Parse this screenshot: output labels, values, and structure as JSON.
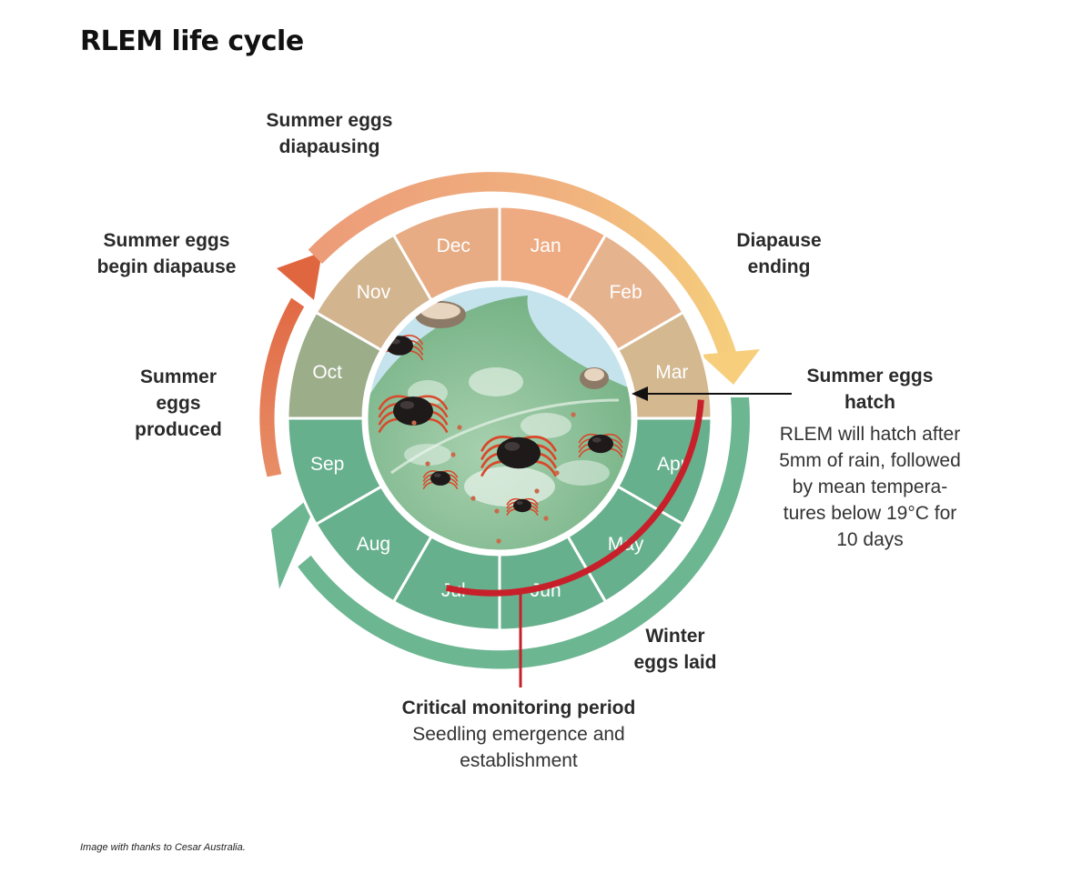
{
  "title": "RLEM life cycle",
  "months": [
    {
      "name": "Jan",
      "color": "#eeab82"
    },
    {
      "name": "Feb",
      "color": "#e6b38f"
    },
    {
      "name": "Mar",
      "color": "#d3b890"
    },
    {
      "name": "Apr",
      "color": "#67b08d"
    },
    {
      "name": "May",
      "color": "#67b08d"
    },
    {
      "name": "Jun",
      "color": "#67b08d"
    },
    {
      "name": "Jul",
      "color": "#67b08d"
    },
    {
      "name": "Aug",
      "color": "#67b08d"
    },
    {
      "name": "Sep",
      "color": "#67b08d"
    },
    {
      "name": "Oct",
      "color": "#9cad8a"
    },
    {
      "name": "Nov",
      "color": "#d2b58f"
    },
    {
      "name": "Dec",
      "color": "#e7ac84"
    }
  ],
  "stages": {
    "summer_eggs_diapausing": [
      "Summer eggs",
      "diapausing"
    ],
    "summer_eggs_begin_diapause": [
      "Summer eggs",
      "begin diapause"
    ],
    "summer_eggs_produced": [
      "Summer",
      "eggs",
      "produced"
    ],
    "diapause_ending": [
      "Diapause",
      "ending"
    ],
    "summer_eggs_hatch": [
      "Summer eggs",
      "hatch"
    ],
    "winter_eggs_laid": [
      "Winter",
      "eggs laid"
    ]
  },
  "hatch_note": [
    "RLEM will hatch after",
    "5mm of rain, followed",
    "by mean tempera-",
    "tures below 19°C for",
    "10 days"
  ],
  "monitoring": {
    "title": "Critical monitoring period",
    "description": [
      "Seedling emergence and",
      "establishment"
    ]
  },
  "credit": "Image with thanks to Cesar Australia.",
  "colors": {
    "orange_arrow": "#e4694a",
    "peach_arrow": "#ee9e78",
    "yellow_arrow": "#f6ce7c",
    "green_arrow": "#6cb692",
    "monitor_red": "#c8202a",
    "sky": "#bfe0ea",
    "leaf": "#8cc39a"
  }
}
